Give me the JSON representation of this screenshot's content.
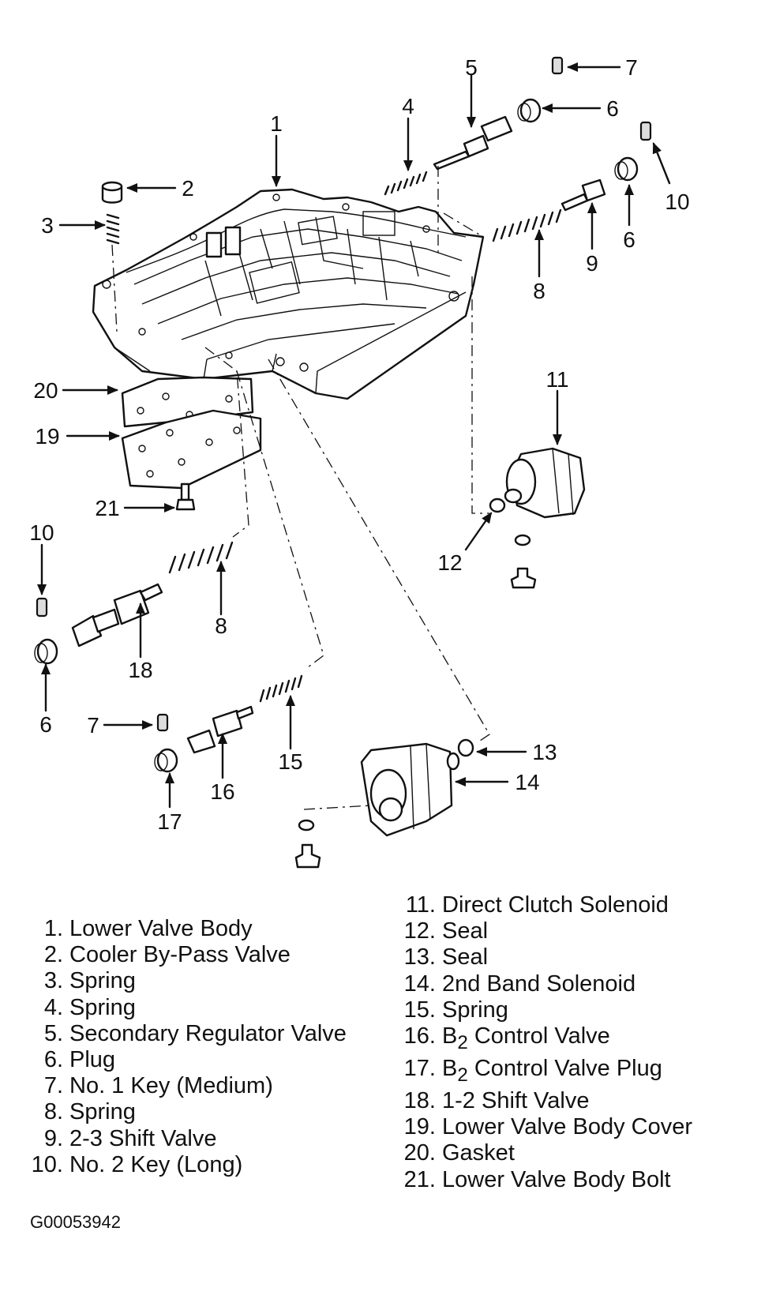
{
  "callouts": [
    "1",
    "2",
    "3",
    "4",
    "5",
    "6",
    "7",
    "8",
    "9",
    "10",
    "11",
    "12",
    "13",
    "14",
    "15",
    "16",
    "17",
    "18",
    "19",
    "20",
    "21"
  ],
  "legend": [
    {
      "num": "1.",
      "label": "Lower Valve Body"
    },
    {
      "num": "2.",
      "label": "Cooler By-Pass Valve"
    },
    {
      "num": "3.",
      "label": "Spring"
    },
    {
      "num": "4.",
      "label": "Spring"
    },
    {
      "num": "5.",
      "label": "Secondary Regulator Valve"
    },
    {
      "num": "6.",
      "label": "Plug"
    },
    {
      "num": "7.",
      "label": "No. 1 Key (Medium)"
    },
    {
      "num": "8.",
      "label": "Spring"
    },
    {
      "num": "9.",
      "label": "2-3 Shift Valve"
    },
    {
      "num": "10.",
      "label": "No. 2 Key (Long)"
    },
    {
      "num": "11.",
      "label": "Direct Clutch Solenoid"
    },
    {
      "num": "12.",
      "label": "Seal"
    },
    {
      "num": "13.",
      "label": "Seal"
    },
    {
      "num": "14.",
      "label": "2nd Band Solenoid"
    },
    {
      "num": "15.",
      "label": "Spring"
    },
    {
      "num": "16.",
      "label": "B",
      "sub": "2",
      "rest": " Control Valve"
    },
    {
      "num": "17.",
      "label": "B",
      "sub": "2",
      "rest": " Control Valve Plug"
    },
    {
      "num": "18.",
      "label": "1-2 Shift Valve"
    },
    {
      "num": "19.",
      "label": "Lower Valve Body Cover"
    },
    {
      "num": "20.",
      "label": "Gasket"
    },
    {
      "num": "21.",
      "label": "Lower Valve Body Bolt"
    }
  ],
  "figure_id": "G00053942"
}
